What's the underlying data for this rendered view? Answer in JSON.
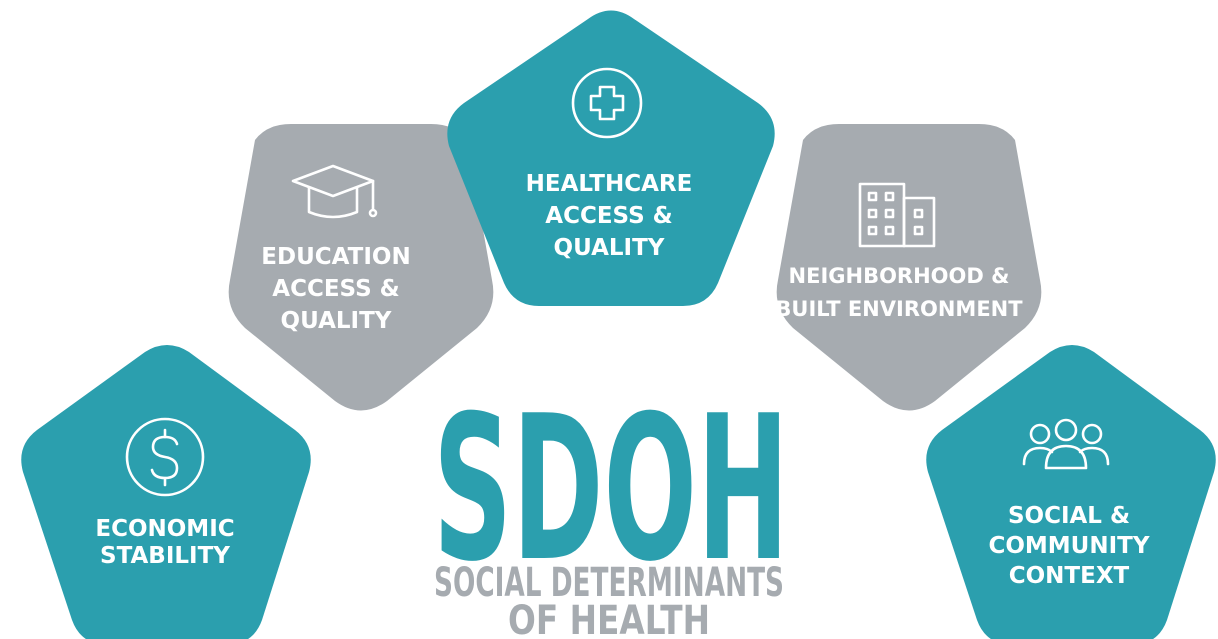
{
  "colors": {
    "teal": "#2b9fae",
    "gray": "#a6abb0",
    "white": "#ffffff"
  },
  "title": {
    "acronym": "SDOH",
    "subtitle_line1": "SOCIAL DETERMINANTS",
    "subtitle_line2": "OF HEALTH"
  },
  "determinants": [
    {
      "id": "economic-stability",
      "color": "teal",
      "icon": "dollar-icon",
      "lines": [
        "ECONOMIC",
        "STABILITY"
      ]
    },
    {
      "id": "education-access-quality",
      "color": "gray",
      "icon": "graduation-cap-icon",
      "lines": [
        "EDUCATION",
        "ACCESS &",
        "QUALITY"
      ]
    },
    {
      "id": "healthcare-access-quality",
      "color": "teal",
      "icon": "medical-cross-icon",
      "lines": [
        "HEALTHCARE",
        "ACCESS &",
        "QUALITY"
      ]
    },
    {
      "id": "neighborhood-built-environment",
      "color": "gray",
      "icon": "buildings-icon",
      "lines": [
        "NEIGHBORHOOD &",
        "BUILT ENVIRONMENT"
      ]
    },
    {
      "id": "social-community-context",
      "color": "teal",
      "icon": "people-group-icon",
      "lines": [
        "SOCIAL &",
        "COMMUNITY",
        "CONTEXT"
      ]
    }
  ]
}
